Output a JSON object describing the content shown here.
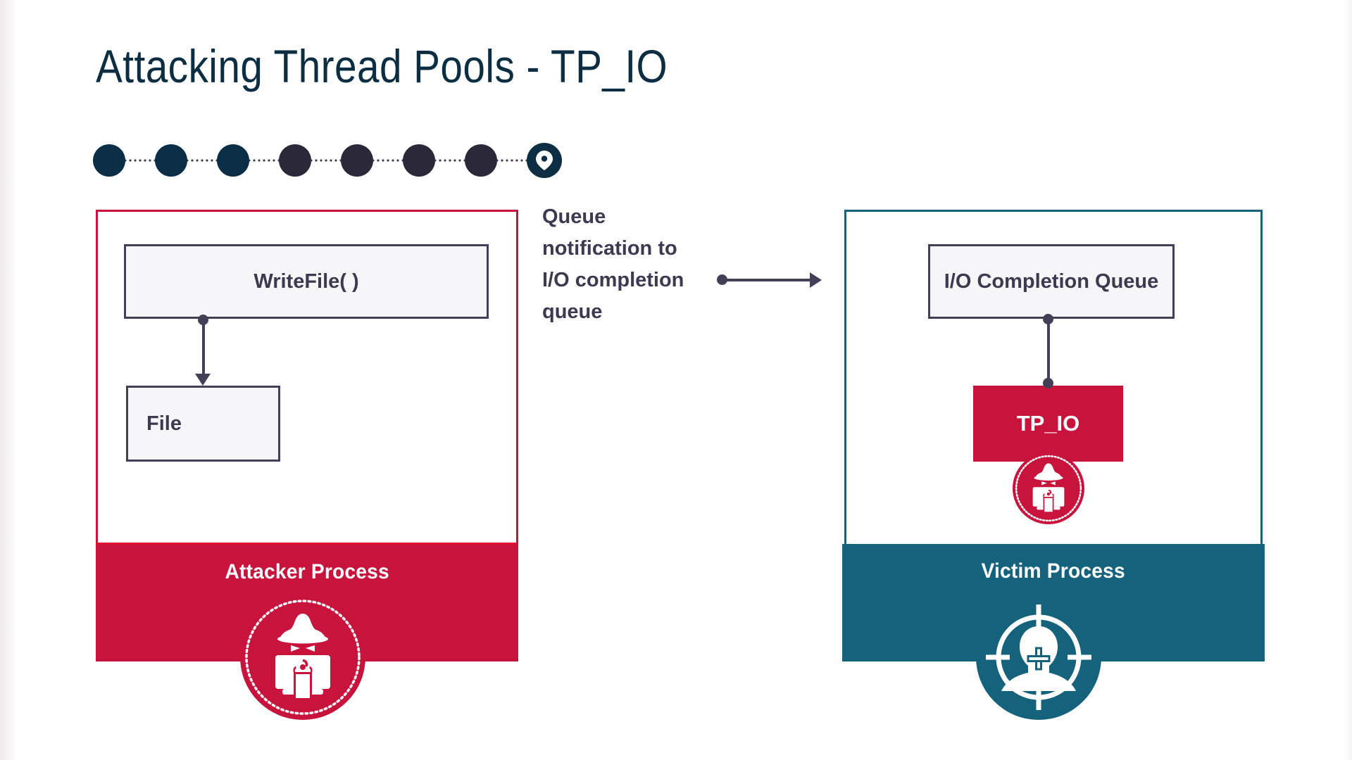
{
  "slide": {
    "title": "Attacking Thread Pools - TP_IO"
  },
  "progress": {
    "steps": [
      {
        "name": "step-1",
        "state": "done",
        "color": "#0a2e45"
      },
      {
        "name": "step-2",
        "state": "done",
        "color": "#0a2e45"
      },
      {
        "name": "step-3",
        "state": "done",
        "color": "#0a2e45"
      },
      {
        "name": "step-4",
        "state": "done",
        "color": "#2b2838"
      },
      {
        "name": "step-5",
        "state": "done",
        "color": "#2b2838"
      },
      {
        "name": "step-6",
        "state": "done",
        "color": "#2b2838"
      },
      {
        "name": "step-7",
        "state": "done",
        "color": "#2b2838"
      }
    ],
    "current_marker_icon": "map-pin-icon"
  },
  "attacker": {
    "label": "Attacker Process",
    "border_color": "#c8143c",
    "footer_color": "#c8143c",
    "badge_icon": "hacker-badge-icon",
    "nodes": {
      "writefile": "WriteFile( )",
      "file": "File"
    }
  },
  "middle": {
    "note": "Queue notification to I/O completion queue",
    "arrow_icon": "arrow-right-icon"
  },
  "victim": {
    "label": "Victim Process",
    "border_color": "#15627d",
    "footer_color": "#15627d",
    "badge_icon": "target-victim-icon",
    "nodes": {
      "iocq": "I/O Completion Queue",
      "tpio": "TP_IO",
      "tpio_badge_icon": "hacker-badge-icon"
    }
  },
  "colors": {
    "title": "#0d2e42",
    "node_border": "#414057",
    "node_fill": "#f6f6f8",
    "crimson": "#c8143c",
    "teal": "#15627d"
  }
}
